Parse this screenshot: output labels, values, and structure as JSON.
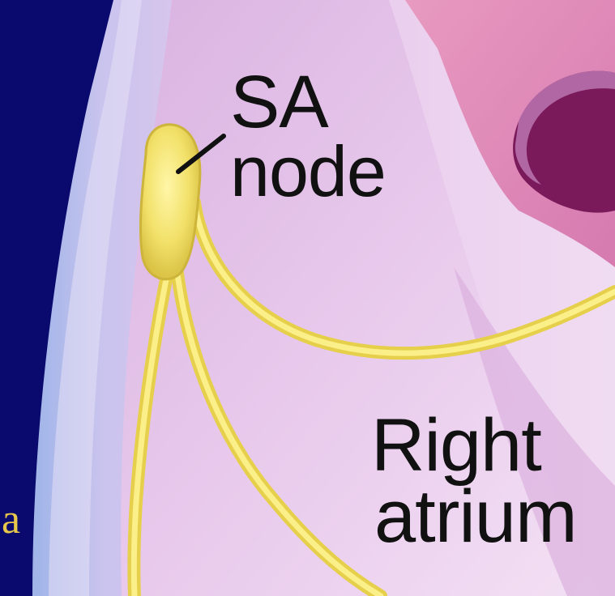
{
  "diagram": {
    "labels": {
      "sa_node_line1": "SA",
      "sa_node_line2": "node",
      "right_atrium_line1": "Right",
      "right_atrium_line2": "atrium"
    },
    "edge_fragment_text": "a"
  }
}
